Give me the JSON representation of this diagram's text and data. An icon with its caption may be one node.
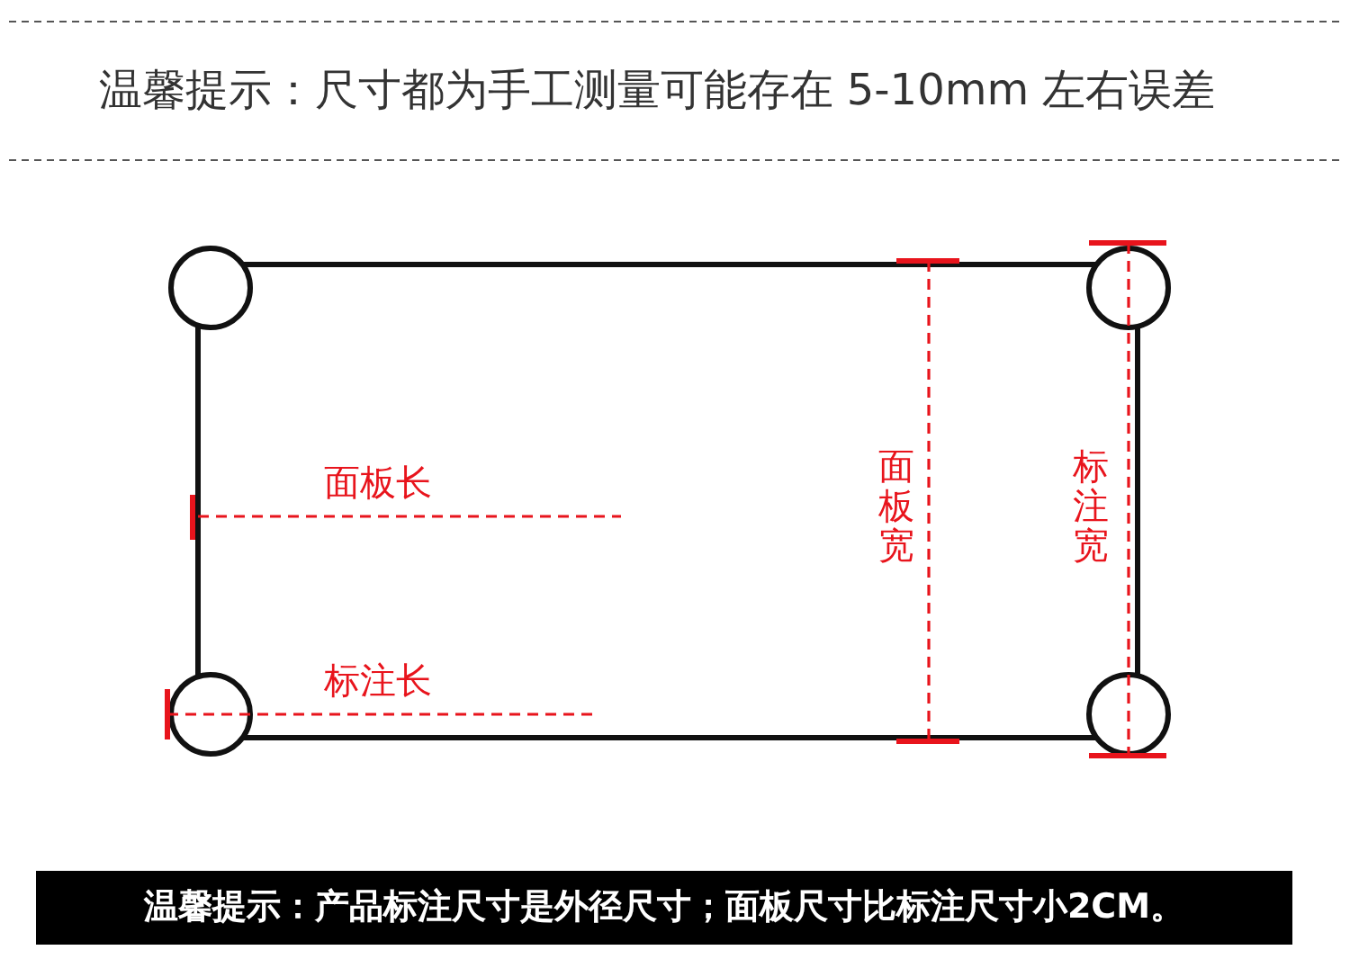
{
  "diagram": {
    "title": "温馨提示：尺寸都为手工测量可能存在 5-10mm 左右误差",
    "caption": "温馨提示：产品标注尺寸是外径尺寸；面板尺寸比标注尺寸小2CM。",
    "labels": [
      "面板长",
      "面板宽",
      "标注宽",
      "标注长"
    ]
  }
}
